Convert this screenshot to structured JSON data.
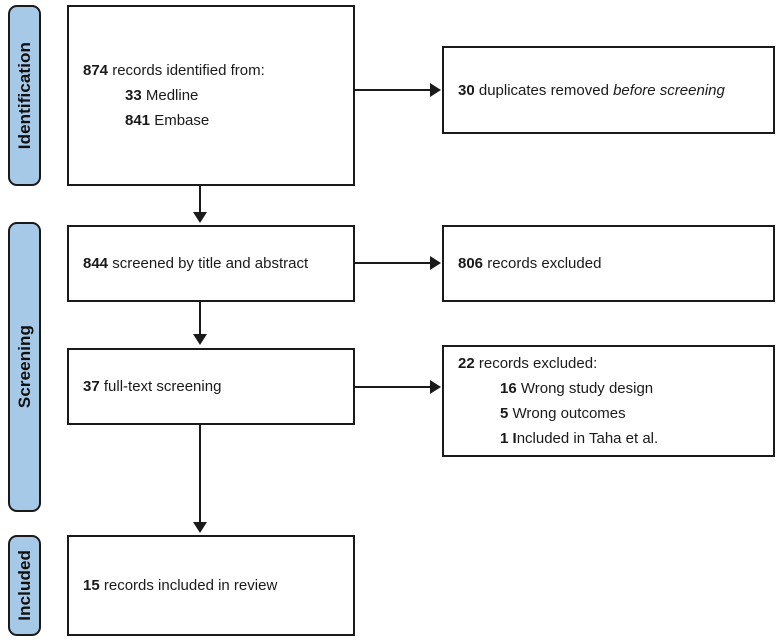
{
  "diagram": {
    "type": "prisma-flow-diagram",
    "accent_color": "#A7C9E8",
    "line_color": "#1a1a1a",
    "box_fill": "#ffffff"
  },
  "stages": [
    {
      "id": "identification",
      "label": "Identification"
    },
    {
      "id": "screening",
      "label": "Screening"
    },
    {
      "id": "included",
      "label": "Included"
    }
  ],
  "boxes": {
    "identified": {
      "count": "874",
      "text": " records identified from:",
      "sub_items": [
        {
          "count": "33",
          "text": " Medline"
        },
        {
          "count": "841",
          "text": " Embase"
        }
      ]
    },
    "duplicates": {
      "count": "30",
      "text": " duplicates removed ",
      "emphasis": "before screening"
    },
    "screened": {
      "count": "844",
      "text": " screened by title and abstract"
    },
    "excluded_screening": {
      "count": "806",
      "text": " records excluded"
    },
    "fulltext": {
      "count": "37",
      "text": " full-text screening"
    },
    "excluded_fulltext": {
      "count": "22",
      "text": " records excluded:",
      "sub_items": [
        {
          "count": "16",
          "text": " Wrong study design"
        },
        {
          "count": "5",
          "text": " Wrong outcomes"
        },
        {
          "count": "1",
          "text": " ",
          "bold_lead": "I",
          "rest": "ncluded in Taha et al."
        }
      ]
    },
    "final_included": {
      "count": "15",
      "text": " records included in review"
    }
  }
}
